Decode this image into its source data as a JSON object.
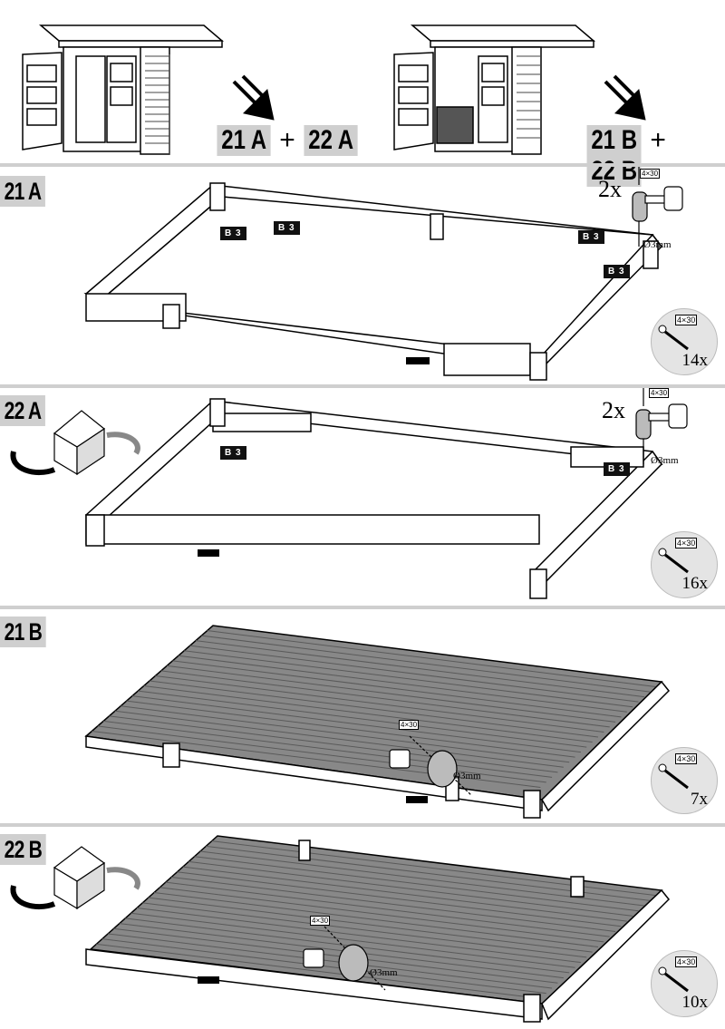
{
  "overview": {
    "seq_a": {
      "first": "21 A",
      "plus": "+",
      "second": "22 A"
    },
    "seq_b": {
      "first": "21 B",
      "plus": "+",
      "second": "22 B"
    }
  },
  "panels": [
    {
      "label": "21 A",
      "count": "14x",
      "spec": "4×30",
      "mult": "2x",
      "drill": "Ø3mm",
      "tags": [
        "B 3",
        "B 3",
        "B 3",
        "B 3"
      ]
    },
    {
      "label": "22 A",
      "count": "16x",
      "spec": "4×30",
      "mult": "2x",
      "drill": "Ø3mm",
      "tags": [
        "B 3",
        "B 3"
      ]
    },
    {
      "label": "21 B",
      "count": "7x",
      "spec": "4×30",
      "drill": "Ø3mm"
    },
    {
      "label": "22 B",
      "count": "10x",
      "spec": "4×30",
      "drill": "Ø3mm"
    }
  ]
}
